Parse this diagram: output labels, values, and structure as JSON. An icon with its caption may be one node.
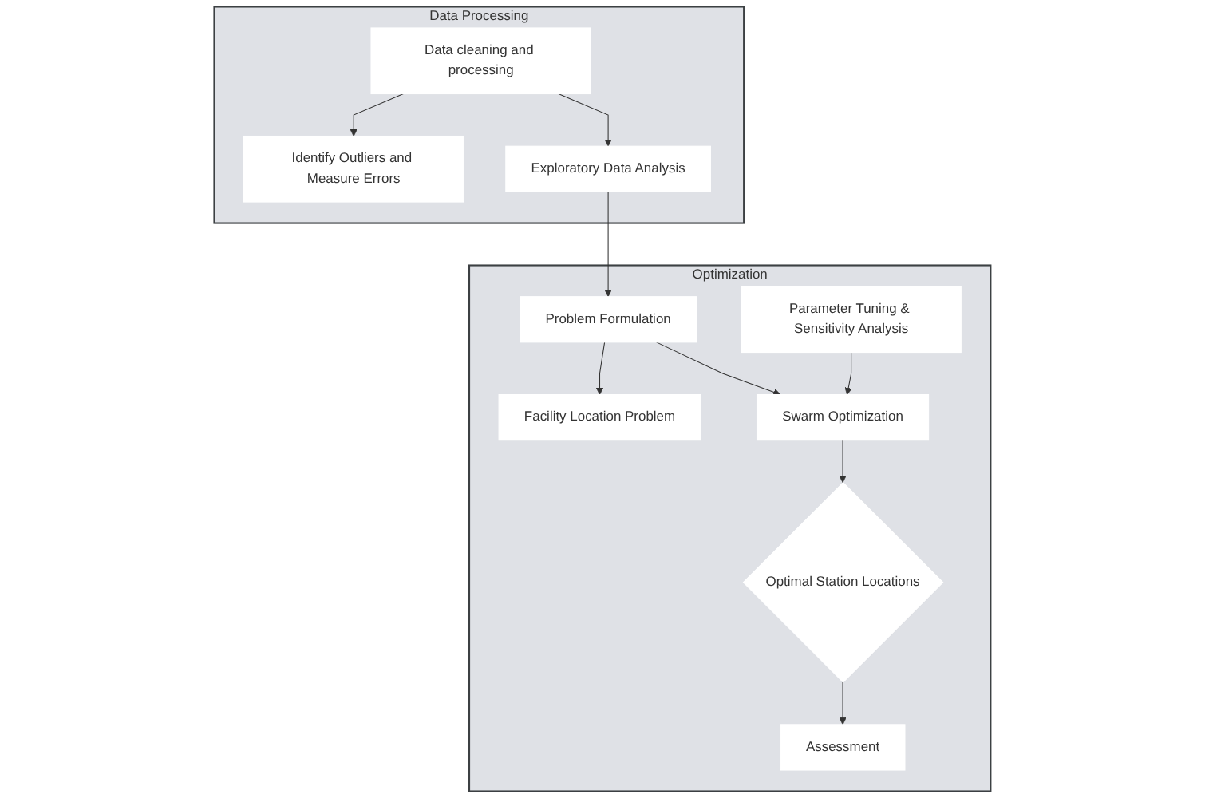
{
  "diagram": {
    "nodes": [
      {
        "text": [
          "Data Processing"
        ]
      },
      {
        "text": [
          "Data cleaning and processing"
        ],
        "in": 0
      },
      {
        "text": [
          "Identify Outliers and Measure Errors"
        ],
        "in": 0
      },
      {
        "text": [
          "Exploratory Data Analysis"
        ],
        "in": 0
      },
      {
        "text": [
          "Optimization"
        ]
      },
      {
        "text": [
          "Problem Formulation"
        ],
        "in": 4
      },
      {
        "text": [
          "Facility Location Problem"
        ],
        "in": 4
      },
      {
        "text": [
          "Swarm Optimization"
        ],
        "in": 4
      },
      {
        "text": [
          "Parameter Tuning & Sensitivity Analysis"
        ],
        "in": 4
      },
      {
        "text": [
          "Optimal Station Locations"
        ],
        "in": 4
      },
      {
        "text": [
          "Assessment"
        ],
        "in": 4
      }
    ],
    "edges": [
      {
        "from": 1,
        "to": 2,
        "arrow": "to"
      },
      {
        "from": 1,
        "to": 3,
        "arrow": "to"
      },
      {
        "from": 3,
        "to": 5,
        "arrow": "to"
      },
      {
        "from": 5,
        "to": 6,
        "arrow": "to"
      },
      {
        "from": 5,
        "to": 7,
        "arrow": "to"
      },
      {
        "from": 8,
        "to": 7,
        "arrow": "to"
      },
      {
        "from": 7,
        "to": 9,
        "arrow": "to"
      },
      {
        "from": 9,
        "to": 10,
        "arrow": "to"
      }
    ]
  }
}
